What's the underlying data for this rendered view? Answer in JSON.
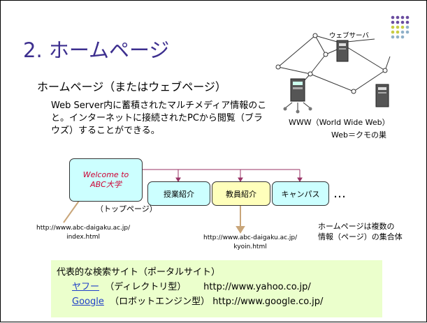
{
  "title": "2. ホームページ",
  "subtitle": "ホームページ（またはウェブページ）",
  "description": "Web Server内に蓄積されたマルチメディア情報のこと。インターネットに接続されたPCから閲覧（ブラウズ）することができる。",
  "network": {
    "server_label": "ウェブサーバ",
    "caption_line1": "WWW（World Wide Web）",
    "caption_line2": "Web＝クモの巣"
  },
  "site_map": {
    "welcome_line1": "Welcome to",
    "welcome_line2": "ABC大学",
    "top_label": "（トップページ）",
    "pages": [
      "授業紹介",
      "教員紹介",
      "キャンパス"
    ],
    "ellipsis": "…",
    "url_top_line1": "http://www.abc-daigaku.ac.jp/",
    "url_top_line2": "index.html",
    "url_kyoin_line1": "http://www.abc-daigaku.ac.jp/",
    "url_kyoin_line2": "kyoin.html",
    "collection_line1": "ホームページは複数の",
    "collection_line2": "情報（ページ）の集合体"
  },
  "search": {
    "heading": "代表的な検索サイト（ポータルサイト）",
    "sites": [
      {
        "name": "ヤフー",
        "type": "（ディレクトリ型）",
        "url": "http://www.yahoo.co.jp/"
      },
      {
        "name": "Google",
        "type": "（ロボットエンジン型）",
        "url": "http://www.google.co.jp/"
      }
    ]
  },
  "colors": {
    "title": "#3d2f8f",
    "welcome_text": "#cc0033",
    "link": "#1f3fc7",
    "search_bg": "#ebffcc",
    "node_cyan": "#ccffff",
    "node_yellow": "#ffffbb",
    "arrow": "#993366",
    "pointer": "#c9a67a"
  }
}
